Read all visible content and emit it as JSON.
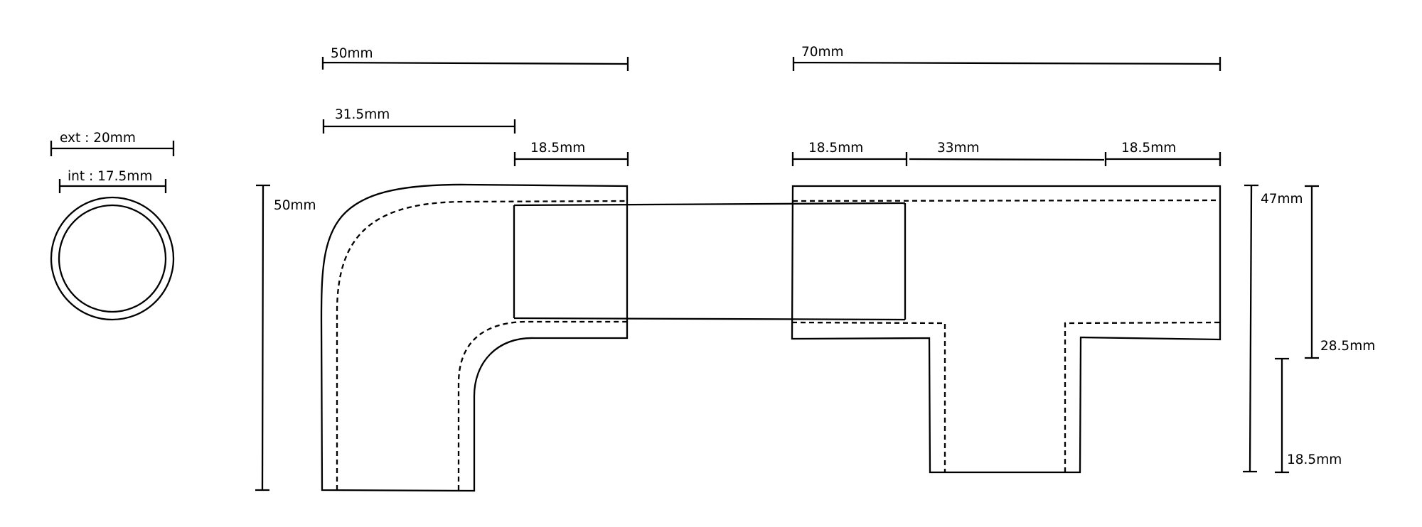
{
  "labels": {
    "tube_ext": "ext : 20mm",
    "tube_int": "int : 17.5mm",
    "elbow_height": "50mm",
    "elbow_width": "50mm",
    "elbow_inner": "31.5mm",
    "elbow_socket": "18.5mm",
    "tee_width": "70mm",
    "tee_left_socket": "18.5mm",
    "tee_middle": "33mm",
    "tee_right_socket": "18.5mm",
    "tee_height": "47mm",
    "tee_body": "28.5mm",
    "tee_branch": "18.5mm"
  },
  "colors": {
    "line": "#000000",
    "background": "#ffffff"
  }
}
